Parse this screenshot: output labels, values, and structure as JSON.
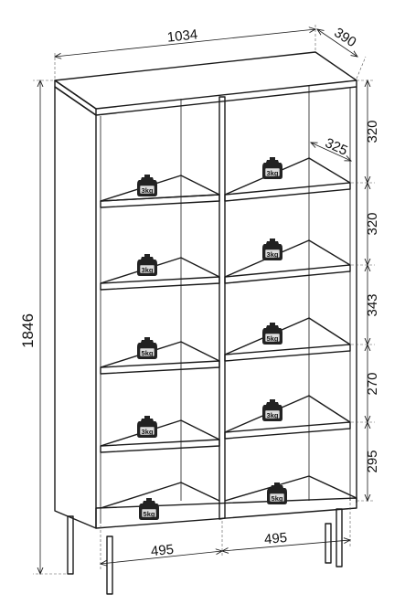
{
  "dimensions": {
    "width": "1034",
    "depth_outer": "390",
    "height": "1846",
    "shelf_depth": "325",
    "compartment_width_left": "495",
    "compartment_width_right": "495",
    "shelf_heights": [
      "320",
      "320",
      "343",
      "270",
      "295"
    ]
  },
  "weights": {
    "left": [
      "3kg",
      "3kg",
      "5kg",
      "3kg",
      "5kg"
    ],
    "right": [
      "3kg",
      "3kg",
      "5kg",
      "3kg",
      "5kg"
    ]
  }
}
